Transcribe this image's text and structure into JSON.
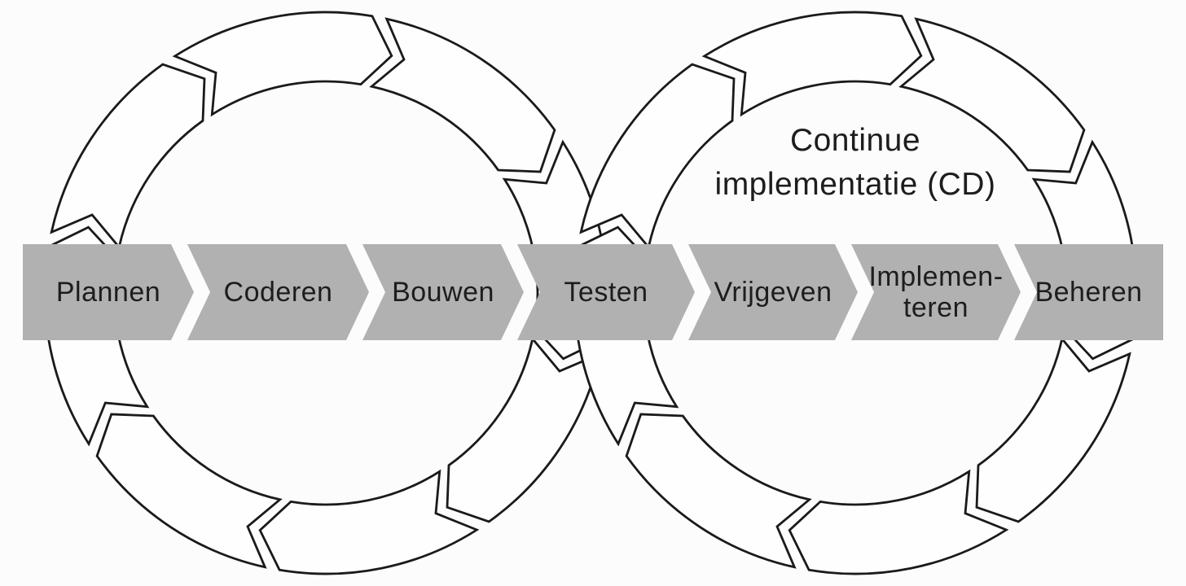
{
  "title": {
    "text": "Continue\nimplementatie (CD)"
  },
  "band": {
    "stages": [
      "Plannen",
      "Coderen",
      "Bouwen",
      "Testen",
      "Vrijgeven",
      "Implemen-\nteren",
      "Beheren"
    ]
  },
  "colors": {
    "background": "#fcfcfc",
    "band_gray": "#b1b1b1",
    "arrow_outline": "#1a1a1a",
    "arrow_fill": "#fefefe",
    "text_dark": "#1d1d1d"
  }
}
